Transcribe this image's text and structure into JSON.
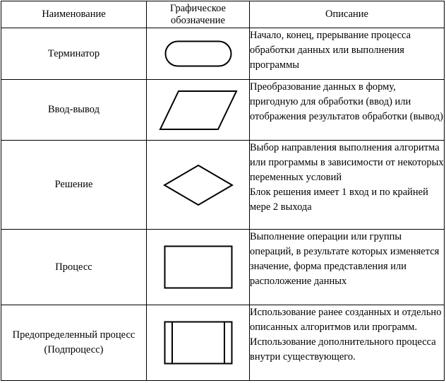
{
  "table": {
    "headers": {
      "name": "Наименование",
      "symbol": "Графическое обозначение",
      "description": "Описание"
    },
    "rows": [
      {
        "name": "Терминатор",
        "symbol_icon": "terminator-icon",
        "description": [
          "Начало, конец, прерывание процесса обработки данных или выполнения программы"
        ]
      },
      {
        "name": "Ввод-вывод",
        "symbol_icon": "parallelogram-icon",
        "description": [
          "Преобразование данных в форму, пригодную для обработки (ввод) или отображения результатов обработки (вывод)"
        ]
      },
      {
        "name": "Решение",
        "symbol_icon": "diamond-icon",
        "description": [
          "Выбор направления выполнения алгоритма или программы в зависимости от некоторых переменных условий",
          "Блок решения имеет 1 вход и по крайней мере 2 выхода"
        ]
      },
      {
        "name": "Процесс",
        "symbol_icon": "rectangle-icon",
        "description": [
          "Выполнение операции или группы операций, в результате которых изменяется значение, форма представления или расположение данных"
        ]
      },
      {
        "name": "Предопределенный процесс (Подпроцесс)",
        "symbol_icon": "predefined-process-icon",
        "description": [
          "Использование ранее созданных и отдельно описанных алгоритмов или программ. Использование дополнительного процесса внутри существующего."
        ]
      }
    ]
  }
}
